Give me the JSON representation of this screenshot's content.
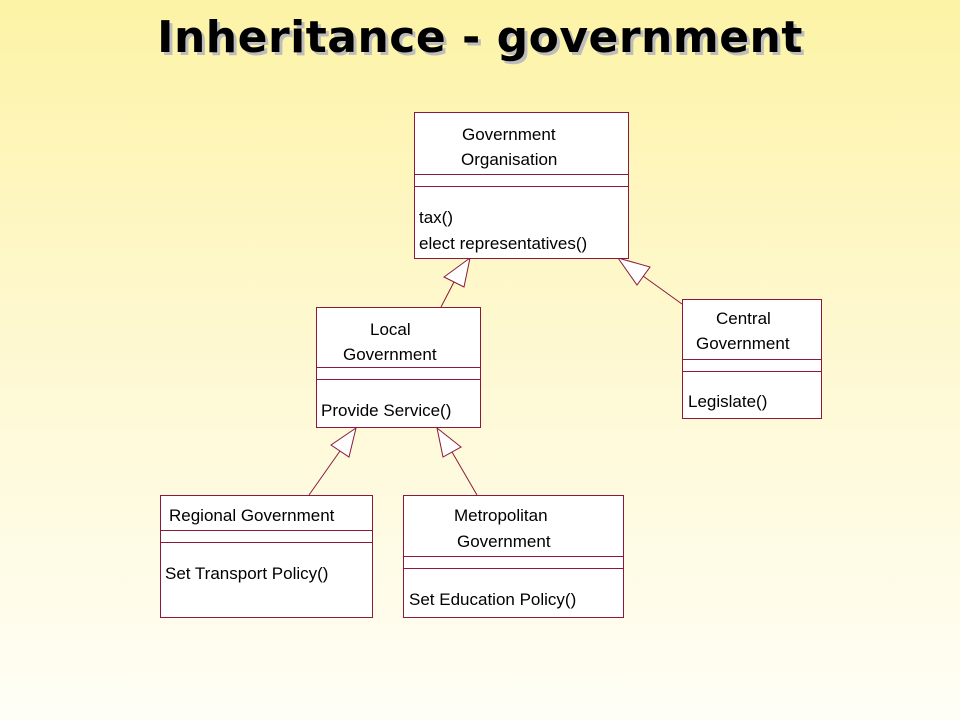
{
  "title": "Inheritance - government",
  "classes": {
    "government_organisation": {
      "name_line1": "Government",
      "name_line2": "Organisation",
      "methods": [
        "tax()",
        "elect representatives()"
      ]
    },
    "local_government": {
      "name_line1": "Local",
      "name_line2": "Government",
      "methods": [
        "Provide Service()"
      ]
    },
    "central_government": {
      "name_line1": "Central",
      "name_line2": "Government",
      "methods": [
        "Legislate()"
      ]
    },
    "regional_government": {
      "name_line1": "Regional Government",
      "methods": [
        "Set Transport Policy()"
      ]
    },
    "metropolitan_government": {
      "name_line1": "Metropolitan",
      "name_line2": "Government",
      "methods": [
        "Set Education Policy()"
      ]
    }
  },
  "colors": {
    "border": "#8b1a3a",
    "background_top": "#fdf3a6",
    "background_bottom": "#fffef6"
  }
}
